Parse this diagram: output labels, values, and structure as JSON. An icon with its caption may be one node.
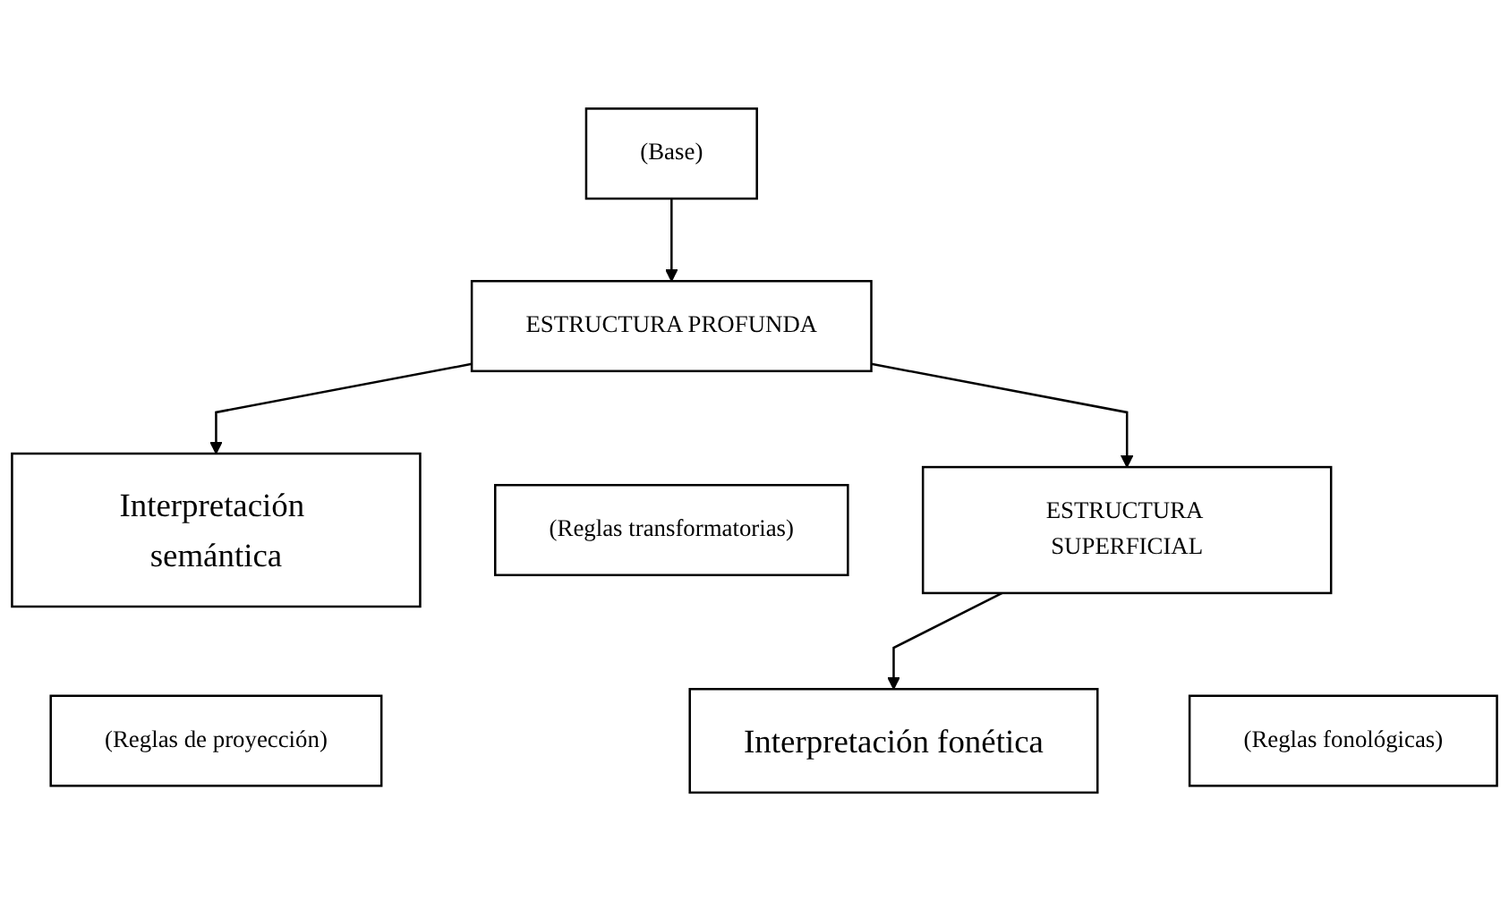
{
  "diagram": {
    "nodes": [
      {
        "text": [
          "Interpretación semántica"
        ]
      },
      {
        "text": [
          "(Reglas de proyección)"
        ]
      },
      {
        "text": [
          "(Base)"
        ]
      },
      {
        "text": [
          "ESTRUCTURA PROFUNDA"
        ]
      },
      {
        "text": [
          "(Reglas transformatorias)"
        ]
      },
      {
        "text": [
          "ESTRUCTURA SUPERFICIAL"
        ]
      },
      {
        "text": [
          "(Reglas fonológicas)"
        ]
      },
      {
        "text": [
          "Interpretación fonética"
        ]
      }
    ],
    "edges": [
      {
        "from": 3,
        "to": 0,
        "arrow": "to"
      },
      {
        "from": 2,
        "to": 3,
        "arrow": "to"
      },
      {
        "from": 3,
        "to": 5,
        "arrow": "to"
      },
      {
        "from": 5,
        "to": 7,
        "arrow": "to"
      }
    ]
  }
}
